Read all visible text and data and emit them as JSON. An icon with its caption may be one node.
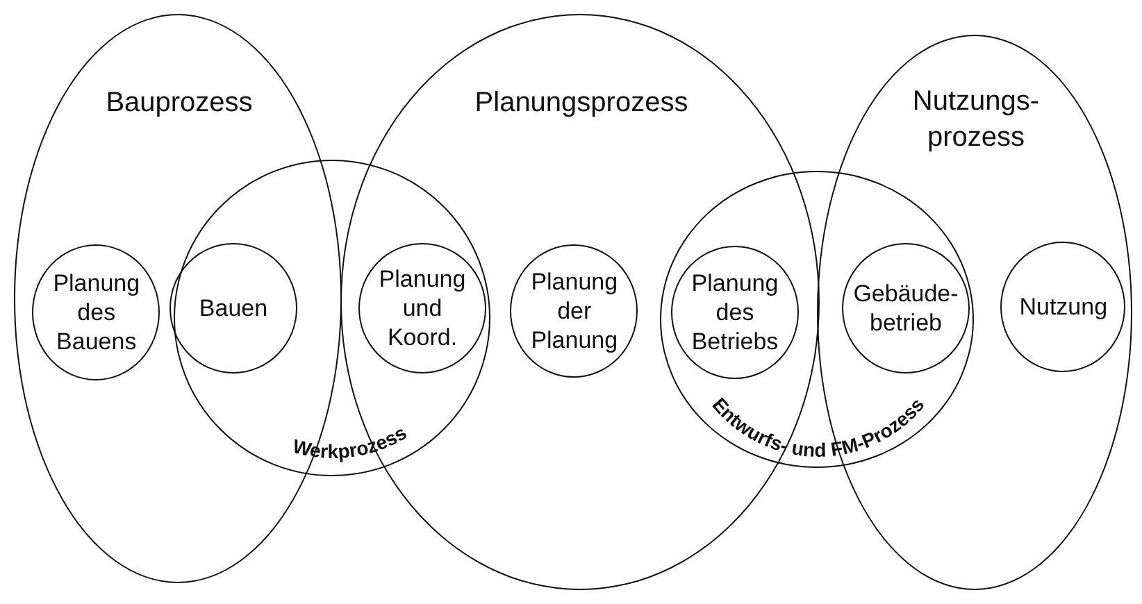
{
  "diagram": {
    "nodes": [
      {
        "text": [
          "Bauprozess"
        ]
      },
      {
        "text": [
          "Planungsprozess"
        ]
      },
      {
        "text": [
          "Nutzungs- prozess"
        ]
      },
      {
        "text": [
          "Werkprozess"
        ]
      },
      {
        "text": [
          "Entwurfs- und FM-Prozess"
        ]
      },
      {
        "text": [
          "Planung des Bauens"
        ],
        "in": 0
      },
      {
        "text": [
          "Bauen"
        ]
      },
      {
        "text": [
          "Planung und Koord."
        ]
      },
      {
        "text": [
          "Planung der Planung"
        ],
        "in": 1
      },
      {
        "text": [
          "Planung des Betriebs"
        ]
      },
      {
        "text": [
          "Gebäude- betrieb"
        ]
      },
      {
        "text": [
          "Nutzung"
        ],
        "in": 2
      }
    ]
  }
}
